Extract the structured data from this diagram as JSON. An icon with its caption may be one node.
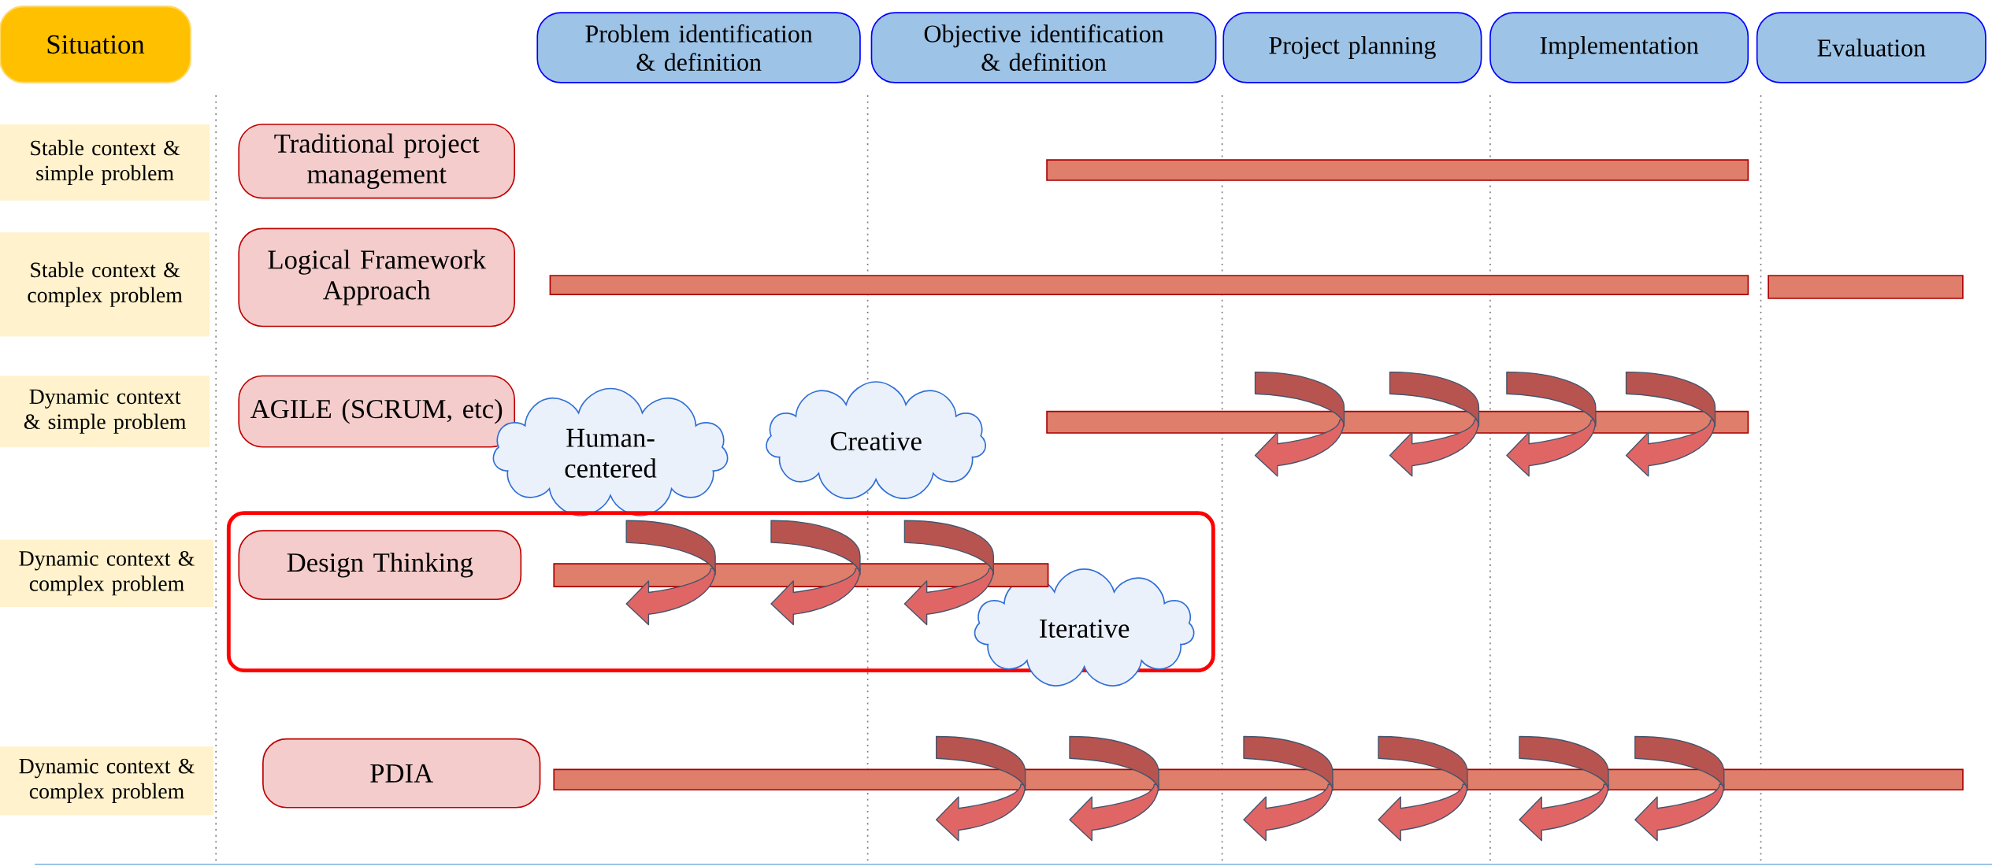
{
  "diagram": {
    "nodes": [
      {
        "text": [
          "Situation"
        ]
      },
      {
        "text": [
          "Problem identification & definition"
        ]
      },
      {
        "text": [
          "Objective identification & definition"
        ]
      },
      {
        "text": [
          "Project planning"
        ]
      },
      {
        "text": [
          "Implementation"
        ]
      },
      {
        "text": [
          "Evaluation"
        ]
      },
      {
        "text": [
          "Stable context & simple problem"
        ]
      },
      {
        "text": [
          "Traditional project management"
        ]
      },
      {
        "text": [
          "Stable context & complex problem"
        ]
      },
      {
        "text": [
          "Logical Framework Approach"
        ]
      },
      {
        "text": [
          "Dynamic context & simple problem"
        ]
      },
      {
        "text": [
          "AGILE (SCRUM, etc)"
        ]
      },
      {
        "text": [
          "Human-centered"
        ]
      },
      {
        "text": [
          "Creative"
        ]
      },
      {
        "text": [
          "Dynamic context & complex problem"
        ]
      },
      {
        "text": [],
        "shape": "box"
      },
      {
        "text": [
          "Design Thinking"
        ],
        "in": 15
      },
      {
        "text": [
          "Iterative"
        ],
        "in": 15
      },
      {
        "text": [
          "Dynamic context & complex problem"
        ]
      },
      {
        "text": [
          "PDIA"
        ]
      },
      {
        "text": [],
        "shape": "bar"
      },
      {
        "text": [],
        "shape": "bar"
      },
      {
        "text": [],
        "shape": "bar"
      },
      {
        "text": [],
        "shape": "bar"
      },
      {
        "text": [],
        "shape": "bar",
        "in": 15
      },
      {
        "text": [],
        "shape": "bar"
      },
      {
        "text": [],
        "shape": "curved-arrow"
      },
      {
        "text": [],
        "shape": "curved-arrow"
      },
      {
        "text": [],
        "shape": "curved-arrow"
      },
      {
        "text": [],
        "shape": "curved-arrow"
      },
      {
        "text": [],
        "shape": "curved-arrow",
        "in": 15
      },
      {
        "text": [],
        "shape": "curved-arrow",
        "in": 15
      },
      {
        "text": [],
        "shape": "curved-arrow",
        "in": 15
      },
      {
        "text": [],
        "shape": "curved-arrow"
      },
      {
        "text": [],
        "shape": "curved-arrow"
      },
      {
        "text": [],
        "shape": "curved-arrow"
      },
      {
        "text": [],
        "shape": "curved-arrow"
      },
      {
        "text": [],
        "shape": "curved-arrow"
      },
      {
        "text": [],
        "shape": "curved-arrow"
      }
    ]
  }
}
